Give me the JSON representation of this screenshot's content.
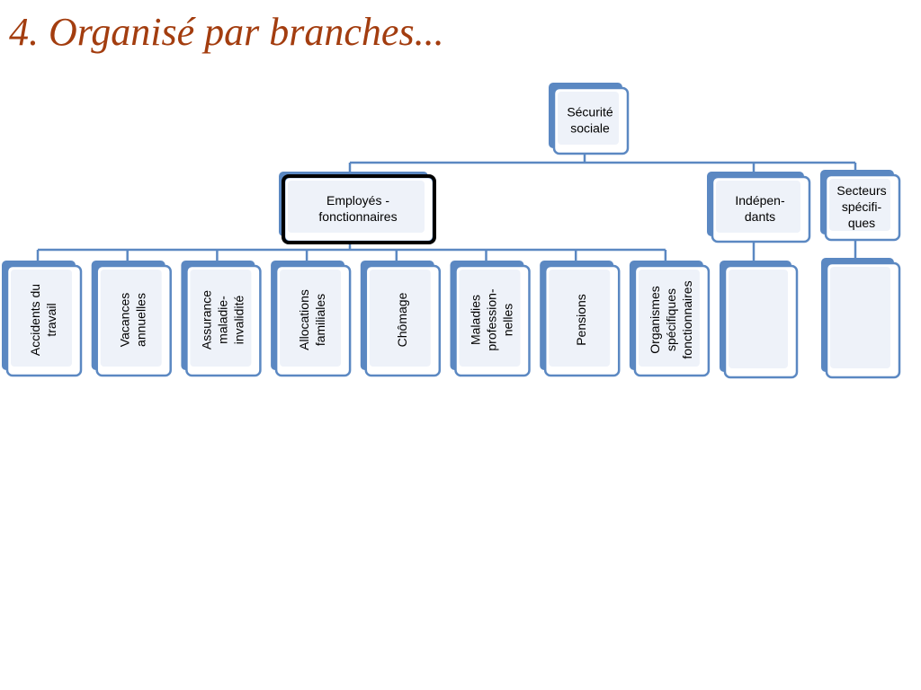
{
  "slide": {
    "title": "4. Organisé par branches..."
  },
  "diagram": {
    "root": {
      "lines": [
        "Sécurité",
        "sociale"
      ]
    },
    "level1": [
      {
        "id": "employes",
        "lines": [
          "Employés -",
          "fonctionnaires"
        ],
        "selected": true
      },
      {
        "id": "independants",
        "lines": [
          "Indépen-",
          "dants"
        ],
        "selected": false
      },
      {
        "id": "secteurs",
        "lines": [
          "Secteurs",
          "spécifi-",
          "ques"
        ],
        "selected": false
      }
    ],
    "branches": [
      {
        "id": "accidents",
        "lines": [
          "Accidents du",
          "travail"
        ]
      },
      {
        "id": "vacances",
        "lines": [
          "Vacances",
          "annuelles"
        ]
      },
      {
        "id": "assurance",
        "lines": [
          "Assurance",
          "maladie-",
          "invalidité"
        ]
      },
      {
        "id": "allocations",
        "lines": [
          "Allocations",
          "familiales"
        ]
      },
      {
        "id": "chomage",
        "lines": [
          "Chômage"
        ]
      },
      {
        "id": "maladies",
        "lines": [
          "Maladies",
          "profession-",
          "nelles"
        ]
      },
      {
        "id": "pensions",
        "lines": [
          "Pensions"
        ]
      },
      {
        "id": "organismes",
        "lines": [
          "Organismes",
          "spécifiques",
          "fonctionnaires"
        ]
      }
    ],
    "empty_children": [
      {
        "id": "independants-child",
        "lines": []
      },
      {
        "id": "secteurs-child",
        "lines": []
      }
    ],
    "colors": {
      "node_border": "#5b88c2",
      "node_fill": "#eef2f9",
      "highlight": "#000000",
      "title": "#a33d0f"
    }
  }
}
